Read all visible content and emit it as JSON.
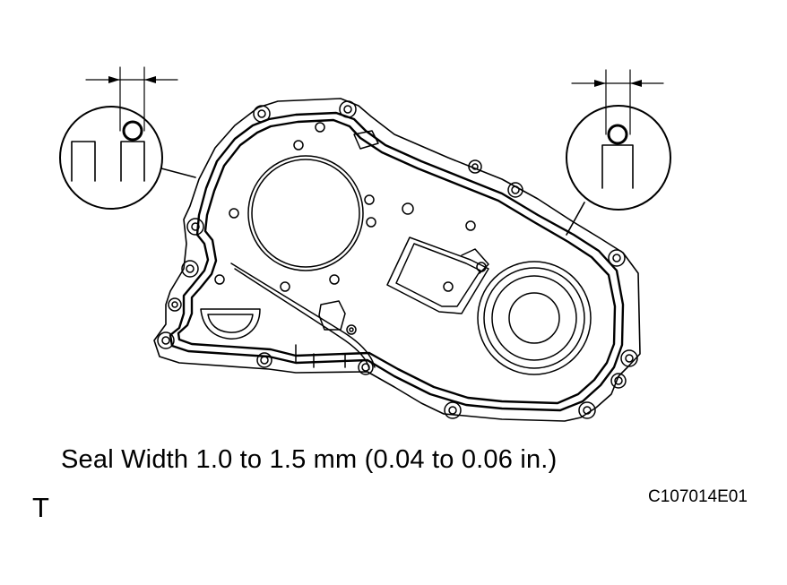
{
  "caption": "Seal Width 1.0 to 1.5 mm (0.04 to 0.06 in.)",
  "corner_mark": "T",
  "figure_code": "C107014E01"
}
